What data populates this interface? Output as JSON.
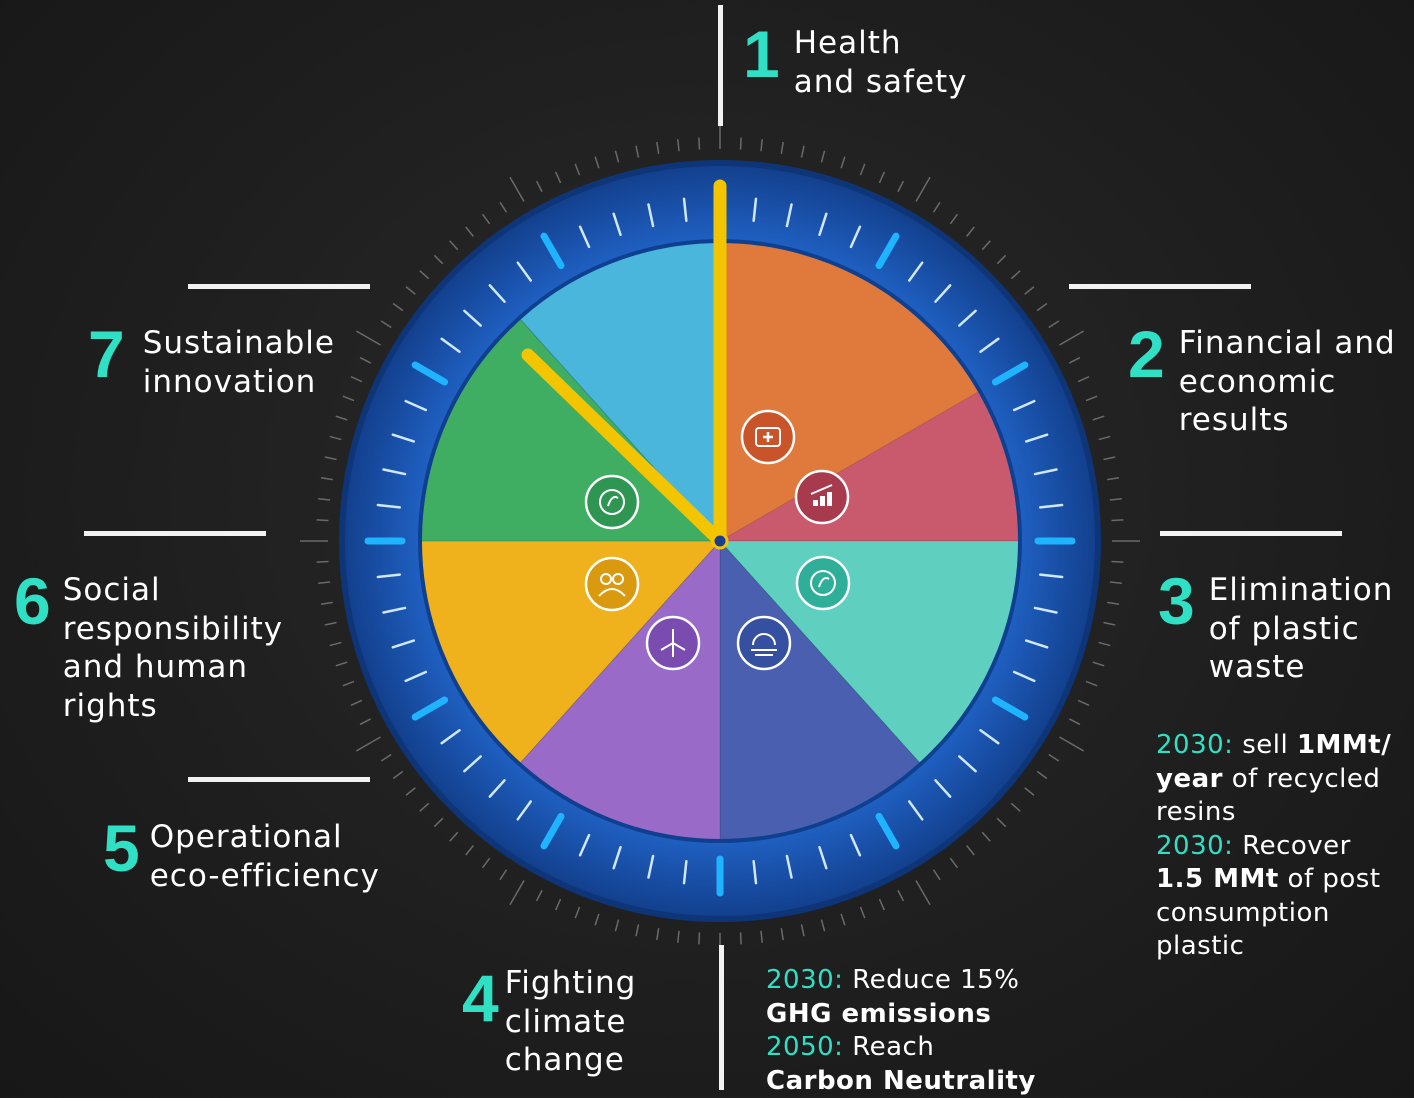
{
  "pillars": [
    {
      "number": "1",
      "lines": [
        "Health",
        "and safety"
      ]
    },
    {
      "number": "2",
      "lines": [
        "Financial and",
        "economic",
        "results"
      ]
    },
    {
      "number": "3",
      "lines": [
        "Elimination",
        "of plastic",
        "waste"
      ]
    },
    {
      "number": "4",
      "lines": [
        "Fighting",
        "climate",
        "change"
      ]
    },
    {
      "number": "5",
      "lines": [
        "Operational",
        "eco-efficiency"
      ]
    },
    {
      "number": "6",
      "lines": [
        "Social",
        "responsibility",
        "and human",
        "rights"
      ]
    },
    {
      "number": "7",
      "lines": [
        "Sustainable",
        "innovation"
      ]
    }
  ],
  "targets_plastic": [
    {
      "year": "2030:",
      "pre": " sell ",
      "bold": "1MMt/",
      "post": ""
    },
    {
      "year": "",
      "pre": "",
      "bold": "year",
      "post": " of recycled"
    },
    {
      "year": "",
      "pre": "resins",
      "bold": "",
      "post": ""
    },
    {
      "year": "2030:",
      "pre": " Recover",
      "bold": "",
      "post": ""
    },
    {
      "year": "",
      "pre": "",
      "bold": "1.5 MMt",
      "post": " of post"
    },
    {
      "year": "",
      "pre": "consumption",
      "bold": "",
      "post": ""
    },
    {
      "year": "",
      "pre": "plastic",
      "bold": "",
      "post": ""
    }
  ],
  "targets_climate": [
    {
      "year": "2030:",
      "pre": " Reduce 15%",
      "bold": "",
      "post": ""
    },
    {
      "year": "",
      "pre": "",
      "bold": "GHG emissions",
      "post": ""
    },
    {
      "year": "2050:",
      "pre": " Reach",
      "bold": "",
      "post": ""
    },
    {
      "year": "",
      "pre": "",
      "bold": "Carbon Neutrality",
      "post": ""
    }
  ],
  "colors": {
    "accent": "#2fe0c4",
    "ring": "#1a4fa8",
    "hands": "#f2c500",
    "segments": [
      "#e07a3c",
      "#c95a6e",
      "#5fd0c0",
      "#4a5fb0",
      "#9a6ac8",
      "#f0b21c",
      "#3fae62",
      "#4ab6dc"
    ]
  },
  "icons": [
    "first-aid-icon",
    "growth-chart-icon",
    "recycle-icon",
    "sun-wind-icon",
    "wind-turbine-icon",
    "community-icon",
    "innovation-leaf-icon"
  ]
}
